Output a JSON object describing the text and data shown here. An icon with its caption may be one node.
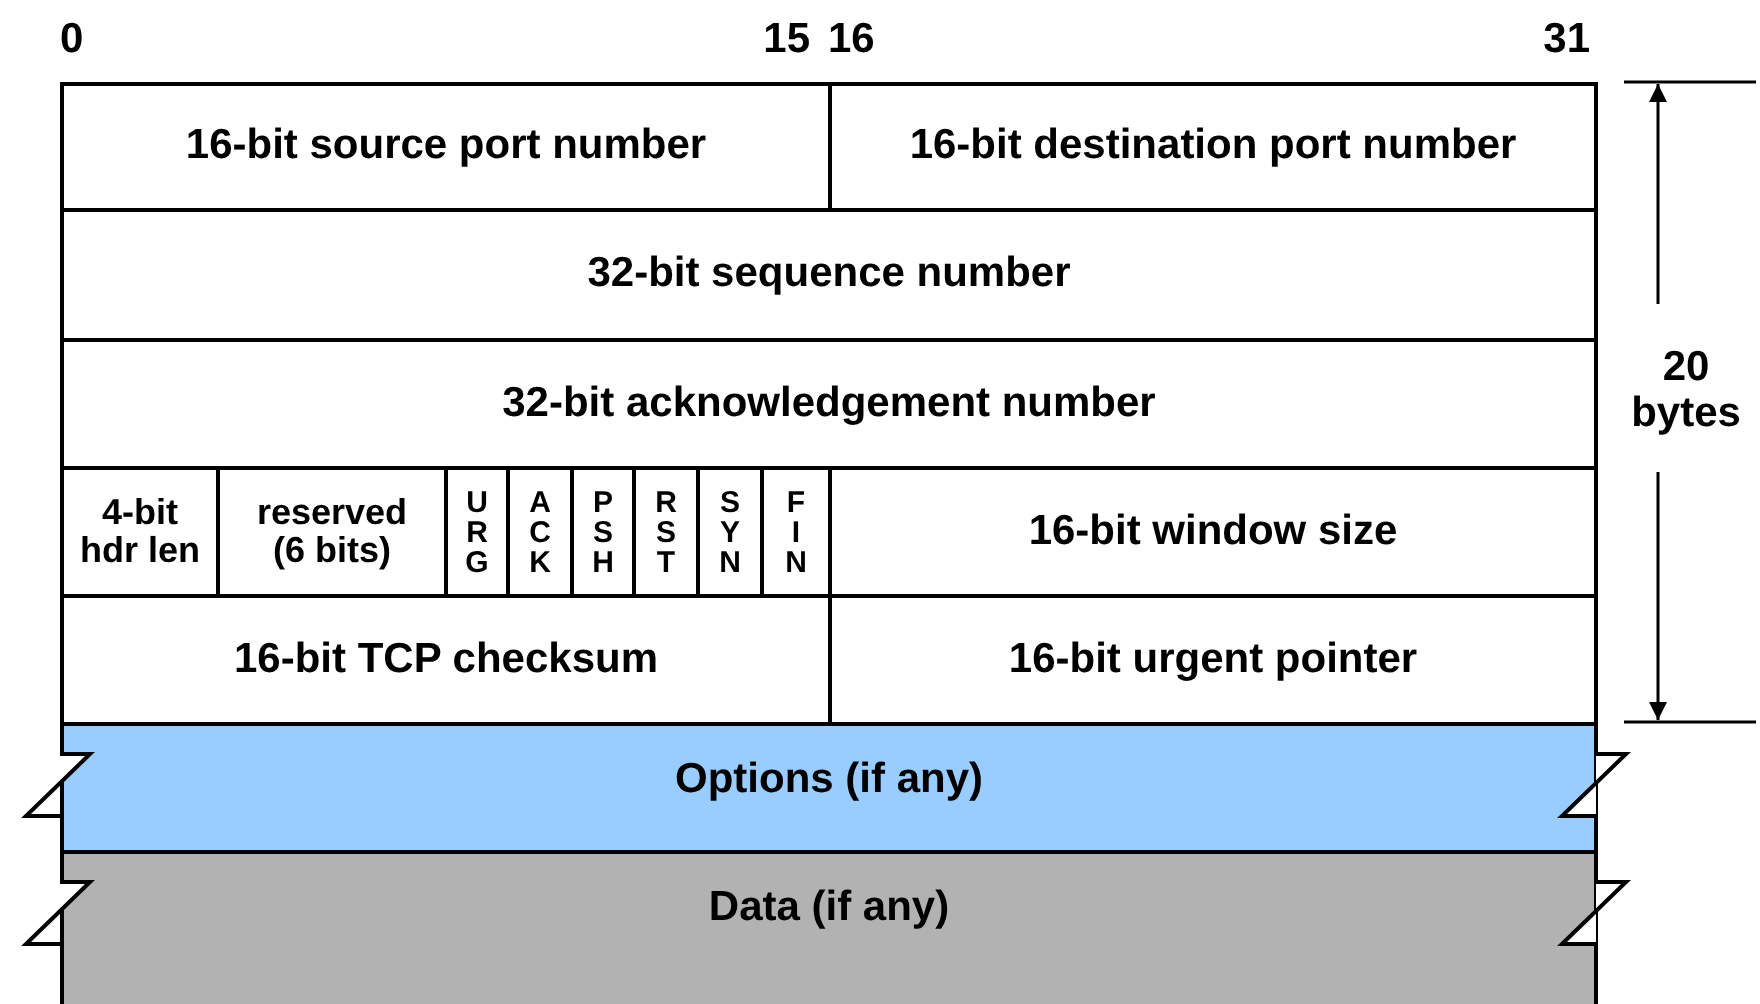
{
  "diagram": {
    "nodes": [
      {
        "text": [
          "16-bit source port number"
        ]
      },
      {
        "text": [
          "16-bit destination port number"
        ]
      },
      {
        "text": [
          "32-bit sequence number"
        ]
      },
      {
        "text": [
          "32-bit acknowledgement number"
        ]
      },
      {
        "text": [
          "4-bit hdr len"
        ]
      },
      {
        "text": [
          "reserved (6 bits)"
        ]
      },
      {
        "text": [
          "URG"
        ]
      },
      {
        "text": [
          "ACK"
        ]
      },
      {
        "text": [
          "PSH"
        ]
      },
      {
        "text": [
          "RST"
        ]
      },
      {
        "text": [
          "SYN"
        ]
      },
      {
        "text": [
          "FIN"
        ]
      },
      {
        "text": [
          "16-bit window size"
        ]
      },
      {
        "text": [
          "16-bit TCP checksum"
        ]
      },
      {
        "text": [
          "16-bit urgent pointer"
        ]
      },
      {
        "text": [
          "Options (if any)"
        ]
      },
      {
        "text": [
          "Data (if any)"
        ]
      }
    ],
    "edges": [],
    "labels": [
      "0",
      "15",
      "16",
      "31",
      "20 bytes"
    ]
  }
}
